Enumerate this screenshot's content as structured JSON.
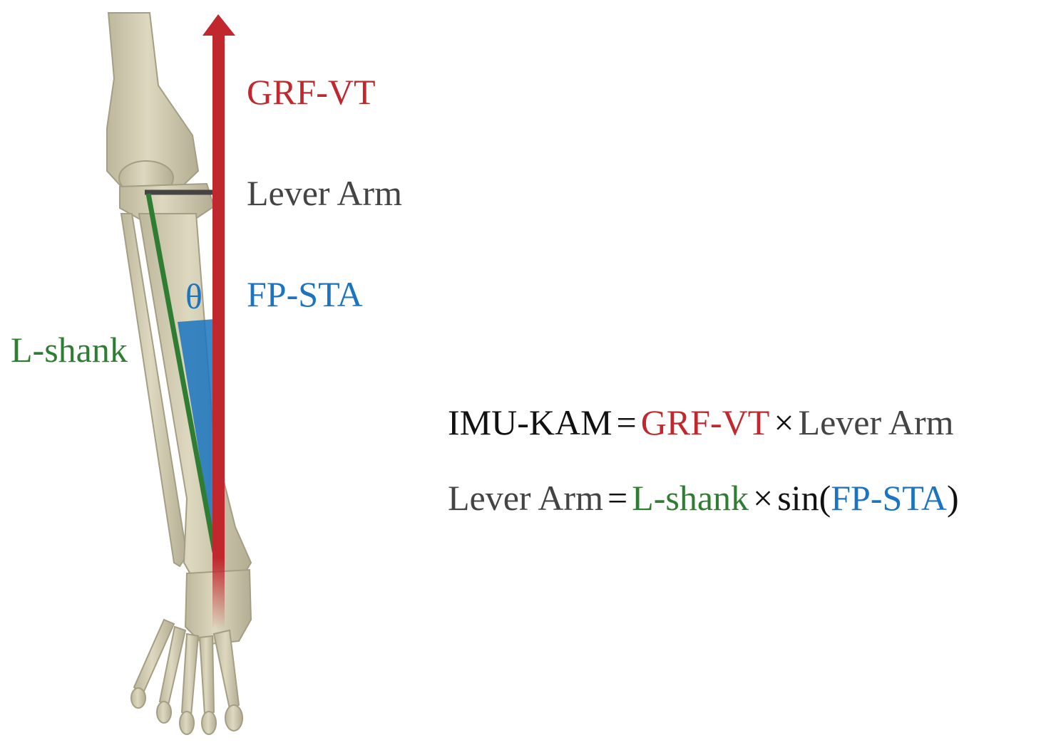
{
  "colors": {
    "grf": "#c0282d",
    "lever": "#444444",
    "fpsta": "#1a74c0",
    "lshank": "#2f7d33",
    "black": "#111111",
    "bone": "#d7d2b8",
    "bone_shade": "#b7b096"
  },
  "labels": {
    "grf_vt": "GRF-VT",
    "lever_arm": "Lever Arm",
    "theta": "θ",
    "fp_sta": "FP-STA",
    "l_shank": "L-shank"
  },
  "equations": {
    "eq1": {
      "lhs": "IMU-KAM",
      "equals": "=",
      "term1": "GRF-VT",
      "times": "×",
      "term2": "Lever Arm"
    },
    "eq2": {
      "lhs": "Lever Arm",
      "equals": "=",
      "term1": "L-shank",
      "times": "×",
      "func_open": "sin(",
      "term2": "FP-STA",
      "func_close": ")"
    }
  },
  "icons": {
    "skeleton": "lower-leg-skeleton-illustration",
    "arrow": "up-arrow"
  }
}
